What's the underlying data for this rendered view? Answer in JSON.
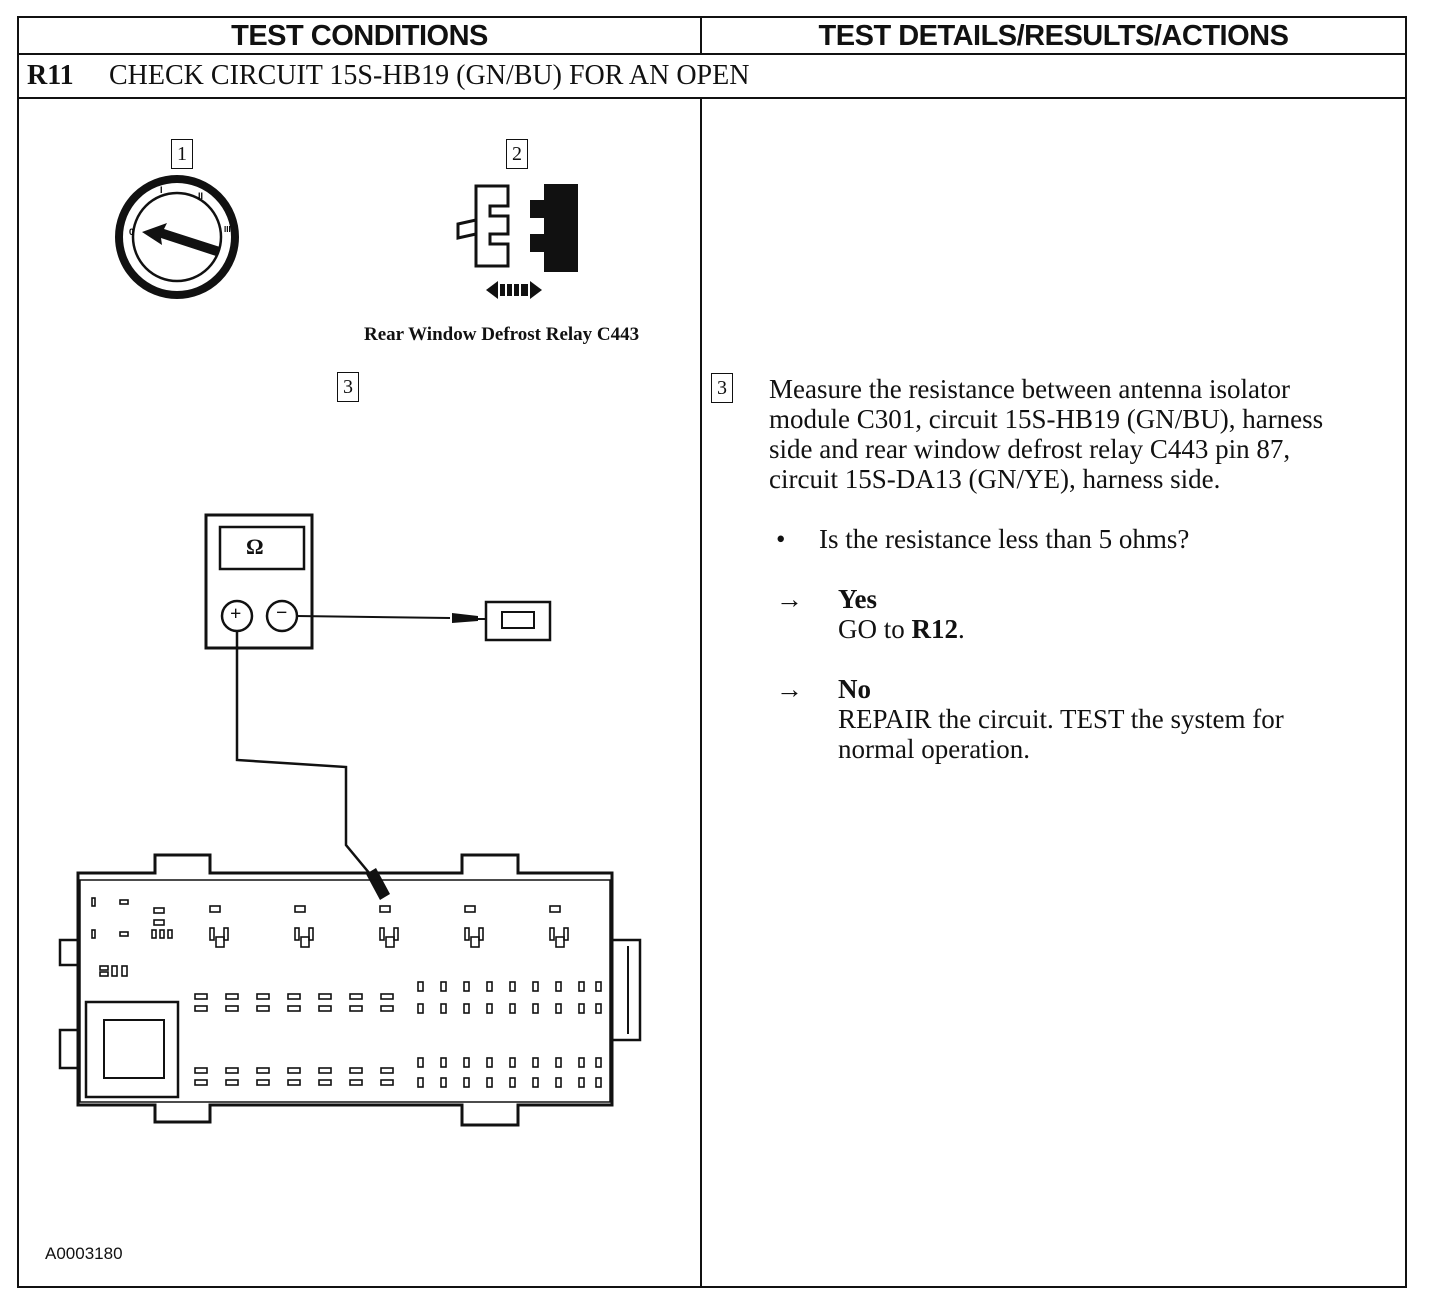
{
  "header": {
    "left": "TEST CONDITIONS",
    "right": "TEST DETAILS/RESULTS/ACTIONS"
  },
  "step": {
    "code": "R11",
    "title": "CHECK CIRCUIT 15S-HB19 (GN/BU) FOR AN OPEN"
  },
  "figure": {
    "callout_1": "1",
    "callout_2": "2",
    "callout_3": "3",
    "relay_caption": "Rear Window Defrost Relay C443",
    "meter_symbol": "Ω",
    "meter_plus": "+",
    "meter_minus": "−",
    "ignition_marks": [
      "0",
      "I",
      "II",
      "III"
    ],
    "reference": "A0003180"
  },
  "details": {
    "callout": "3",
    "instruction_lines": [
      "Measure the resistance between antenna isolator",
      "module C301, circuit 15S-HB19 (GN/BU), harness",
      "side and rear window defrost relay C443 pin 87,",
      "circuit 15S-DA13 (GN/YE), harness side."
    ],
    "bullet": "•",
    "question": "Is the resistance less than 5 ohms?",
    "arrow": "→",
    "yes_label": "Yes",
    "yes_action_prefix": "GO to ",
    "yes_action_target": "R12",
    "yes_action_suffix": ".",
    "no_label": "No",
    "no_action_lines": [
      "REPAIR the circuit. TEST the system for",
      "normal operation."
    ]
  }
}
